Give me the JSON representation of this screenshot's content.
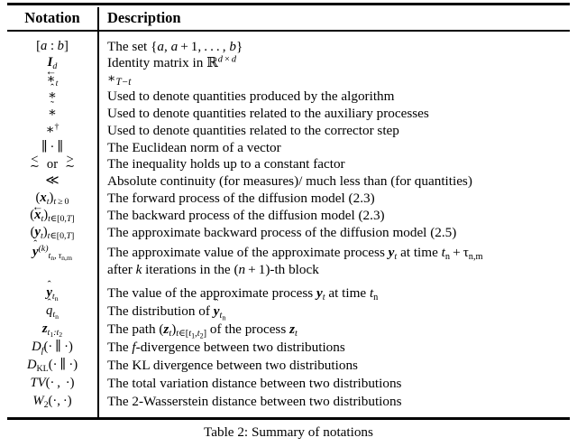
{
  "table": {
    "header": {
      "notation": "Notation",
      "description": "Description"
    },
    "rows": [
      {
        "notation_plain": "[a : b]",
        "description": "The set {a, a + 1, . . . , b}"
      },
      {
        "notation_plain": "I_d",
        "description": "Identity matrix in R^{d×d}"
      },
      {
        "notation_plain": "arrow-star_t",
        "description": "*_{T−t}"
      },
      {
        "notation_plain": "hat-star",
        "description": "Used to denote quantities produced by the algorithm"
      },
      {
        "notation_plain": "tilde-star",
        "description": "Used to denote quantities related to the auxiliary processes"
      },
      {
        "notation_plain": "*^dagger",
        "description": "Used to denote quantities related to the corrector step"
      },
      {
        "notation_plain": "|| · ||",
        "description": "The Euclidean norm of a vector"
      },
      {
        "notation_plain": "lesssim or gtrsim",
        "description": "The inequality holds up to a constant factor"
      },
      {
        "notation_plain": "<<",
        "description": "Absolute continuity (for measures)/ much less than (for quantities)"
      },
      {
        "notation_plain": "(x_t)_{t>=0}",
        "description": "The forward process of the diffusion model (2.3)"
      },
      {
        "notation_plain": "(arrow-x_t)_{t in [0,T]}",
        "description": "The backward process of the diffusion model (2.3)"
      },
      {
        "notation_plain": "(y_t)_{t in [0,T]}",
        "description": "The approximate backward process of the diffusion model (2.5)"
      },
      {
        "notation_plain": "hat-y^{(k)}_{t_n, tau_{n,m}}",
        "description": "The approximate value of the approximate process y_t at time t_n+τ_{n,m}",
        "description_line2": "after k iterations in the (n + 1)-th block"
      },
      {
        "notation_plain": "hat-y_{t_n}",
        "description": "The value of the approximate process y_t at time t_n"
      },
      {
        "notation_plain": "hat-q_{t_n}",
        "description": "The distribution of hat-y_{t_n}"
      },
      {
        "notation_plain": "z_{t_1:t_2}",
        "description": "The path (z_t)_{t in [t_1,t_2]} of the process z_t"
      },
      {
        "notation_plain": "D_f( · || · )",
        "description": "The f-divergence between two distributions"
      },
      {
        "notation_plain": "D_KL( · || · )",
        "description": "The KL divergence between two distributions"
      },
      {
        "notation_plain": "TV( · , · )",
        "description": "The total variation distance between two distributions"
      },
      {
        "notation_plain": "W_2( · , · )",
        "description": "The 2-Wasserstein distance between two distributions"
      }
    ]
  },
  "caption": "Table 2: Summary of notations",
  "colors": {
    "text": "#000000",
    "background": "#ffffff",
    "rule": "#000000"
  }
}
